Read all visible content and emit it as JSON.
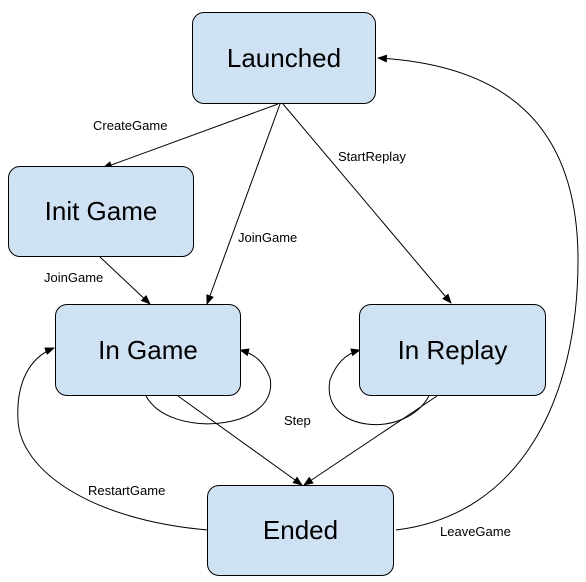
{
  "states": {
    "launched": "Launched",
    "init_game": "Init Game",
    "in_game": "In Game",
    "in_replay": "In Replay",
    "ended": "Ended"
  },
  "transitions": {
    "create_game": "CreateGame",
    "start_replay": "StartReplay",
    "join_game_direct": "JoinGame",
    "join_game_from_init": "JoinGame",
    "step": "Step",
    "restart_game": "RestartGame",
    "leave_game": "LeaveGame"
  },
  "colors": {
    "node_fill": "#cfe2f3",
    "stroke": "#000000"
  }
}
